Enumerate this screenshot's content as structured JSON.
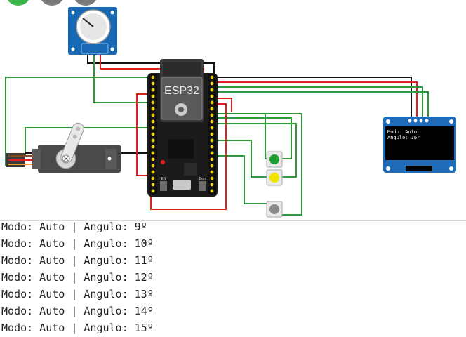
{
  "simulator": {
    "esp32_label": "ESP32",
    "oled_text_line1": "Modo: Auto",
    "oled_text_line2": "Angulo: 16º",
    "board_label_en": "EN",
    "board_label_boot": "Boot"
  },
  "serial_monitor": {
    "lines": [
      "Modo: Auto | Angulo: 9º",
      "Modo: Auto | Angulo: 10º",
      "Modo: Auto | Angulo: 11º",
      "Modo: Auto | Angulo: 12º",
      "Modo: Auto | Angulo: 13º",
      "Modo: Auto | Angulo: 14º",
      "Modo: Auto | Angulo: 15º"
    ]
  },
  "colors": {
    "wire_green": "#2e9a3a",
    "wire_red": "#e0201c",
    "wire_black": "#111111",
    "board": "#1b1b1b",
    "pot_body": "#1769b5",
    "oled_body": "#1f6bb8",
    "button_green": "#1f9e34",
    "button_yellow": "#f3e300",
    "button_gray": "#8a8a8a"
  }
}
